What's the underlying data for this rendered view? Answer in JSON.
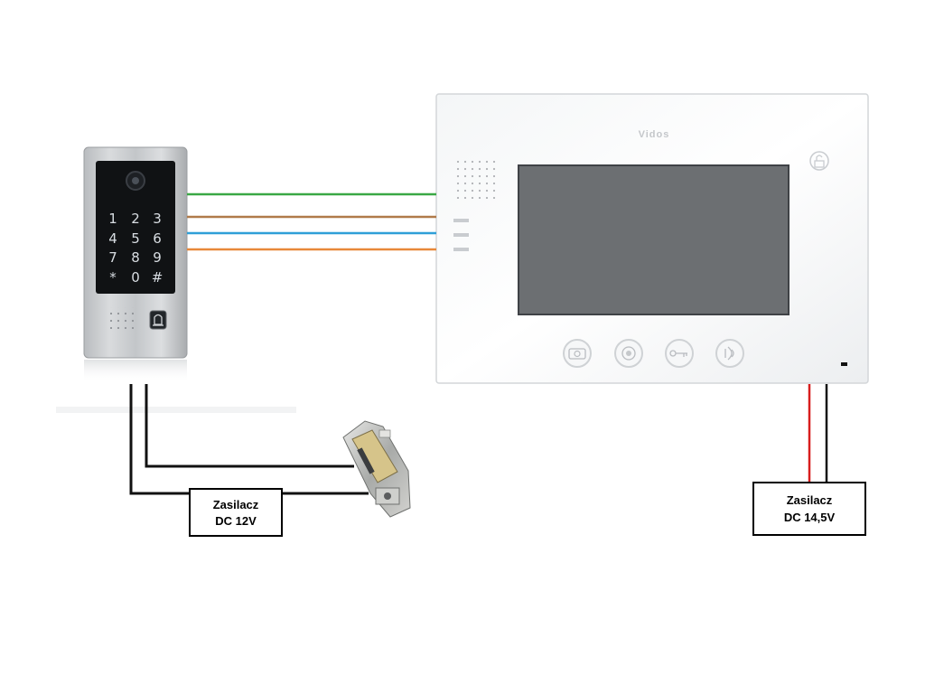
{
  "monitor": {
    "brand": "Vidos"
  },
  "keypad": {
    "keys": [
      "1",
      "2",
      "3",
      "4",
      "5",
      "6",
      "7",
      "8",
      "9",
      "*",
      "0",
      "#"
    ]
  },
  "power_supplies": {
    "left": {
      "line1": "Zasilacz",
      "line2": "DC 12V"
    },
    "right": {
      "line1": "Zasilacz",
      "line2": "DC 14,5V"
    }
  },
  "colors": {
    "wire_green": "#3aa845",
    "wire_brown": "#b07a4a",
    "wire_blue": "#2f9fd8",
    "wire_orange": "#e8883a",
    "wire_red": "#d81e1e",
    "wire_black": "#111111",
    "monitor_screen": "#6c6f72"
  },
  "icons": {
    "monitor_buttons": [
      "camera-icon",
      "monitor-icon",
      "unlock-key-icon",
      "talk-icon"
    ],
    "monitor_unlock": "padlock-icon",
    "panel_call": "call-bell-icon"
  }
}
